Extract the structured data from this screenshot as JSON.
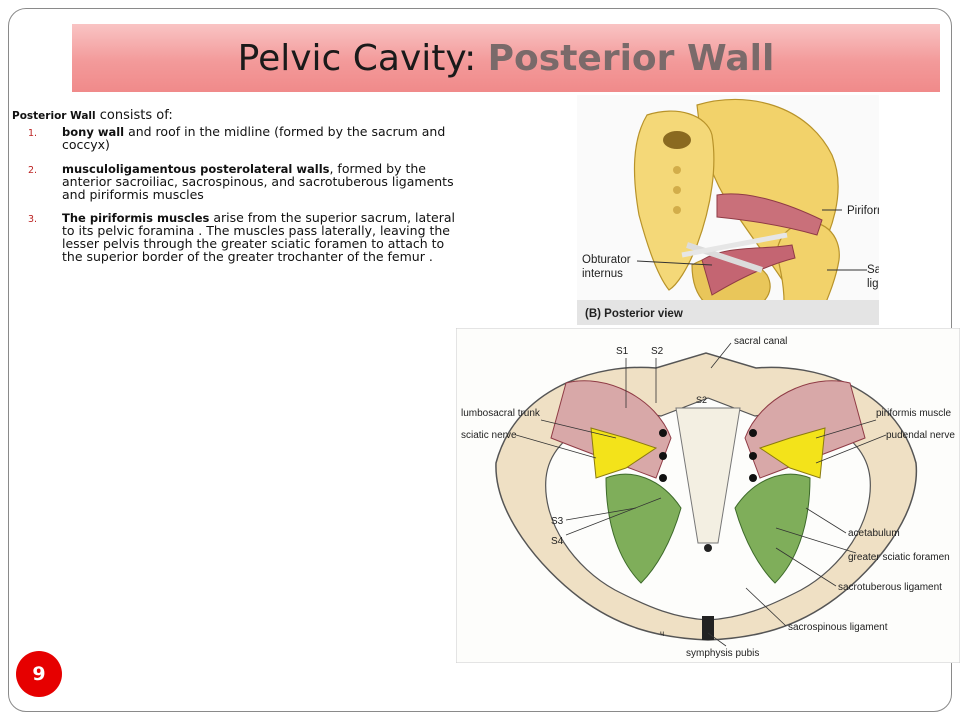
{
  "slide": {
    "title_plain": "Pelvic Cavity: ",
    "title_accent": "Posterior Wall",
    "page_number": "9"
  },
  "content": {
    "heading_bold": "Posterior  Wall",
    "heading_rest": " consists of:",
    "items": [
      {
        "num": "1.",
        "bold": " bony wall",
        "text": " and roof in the midline (formed by the sacrum and coccyx)"
      },
      {
        "num": "2.",
        "bold": "musculoligamentous posterolateral walls",
        "text": ", formed by the anterior sacroiliac, sacrospinous, and sacrotuberous ligaments and piriformis muscles"
      },
      {
        "num": "3.",
        "bold": "The piriformis muscles",
        "text": " arise from the superior sacrum, lateral to its pelvic foramina . The muscles pass laterally, leaving the lesser pelvis through the greater sciatic foramen to attach to the superior border of the greater trochanter of the femur ."
      }
    ]
  },
  "figure_top": {
    "labels": {
      "piriformis": "Piriformis",
      "obturator_line1": "Obturator",
      "obturator_line2": "internus",
      "cut_line1": "Sa",
      "cut_line2": "lig",
      "caption": "(B) Posterior view"
    }
  },
  "figure_bottom": {
    "labels": {
      "s1": "S1",
      "s2": "S2",
      "s2_center": "S2",
      "sacral_canal": "sacral canal",
      "lumbosacral_trunk": "lumbosacral trunk",
      "sciatic_nerve": "sciatic nerve",
      "piriformis_muscle": "piriformis muscle",
      "pudendal_nerve": "pudendal nerve",
      "s3": "S3",
      "s4": "S4",
      "acetabulum": "acetabulum",
      "greater_sciatic_foramen": "greater sciatic foramen",
      "sacrotuberous_ligament": "sacrotuberous ligament",
      "sacrospinous_ligament": "sacrospinous ligament",
      "symphysis_pubis": "symphysis pubis",
      "mark": "ч"
    }
  },
  "colors": {
    "title_gradient_top": "#f9c4c4",
    "title_gradient_bottom": "#f08a8a",
    "badge": "#e60000",
    "bone": "#f2d26a",
    "muscle": "#c9707a",
    "nerve": "#f3e31a",
    "ligament": "#7fae5a"
  }
}
